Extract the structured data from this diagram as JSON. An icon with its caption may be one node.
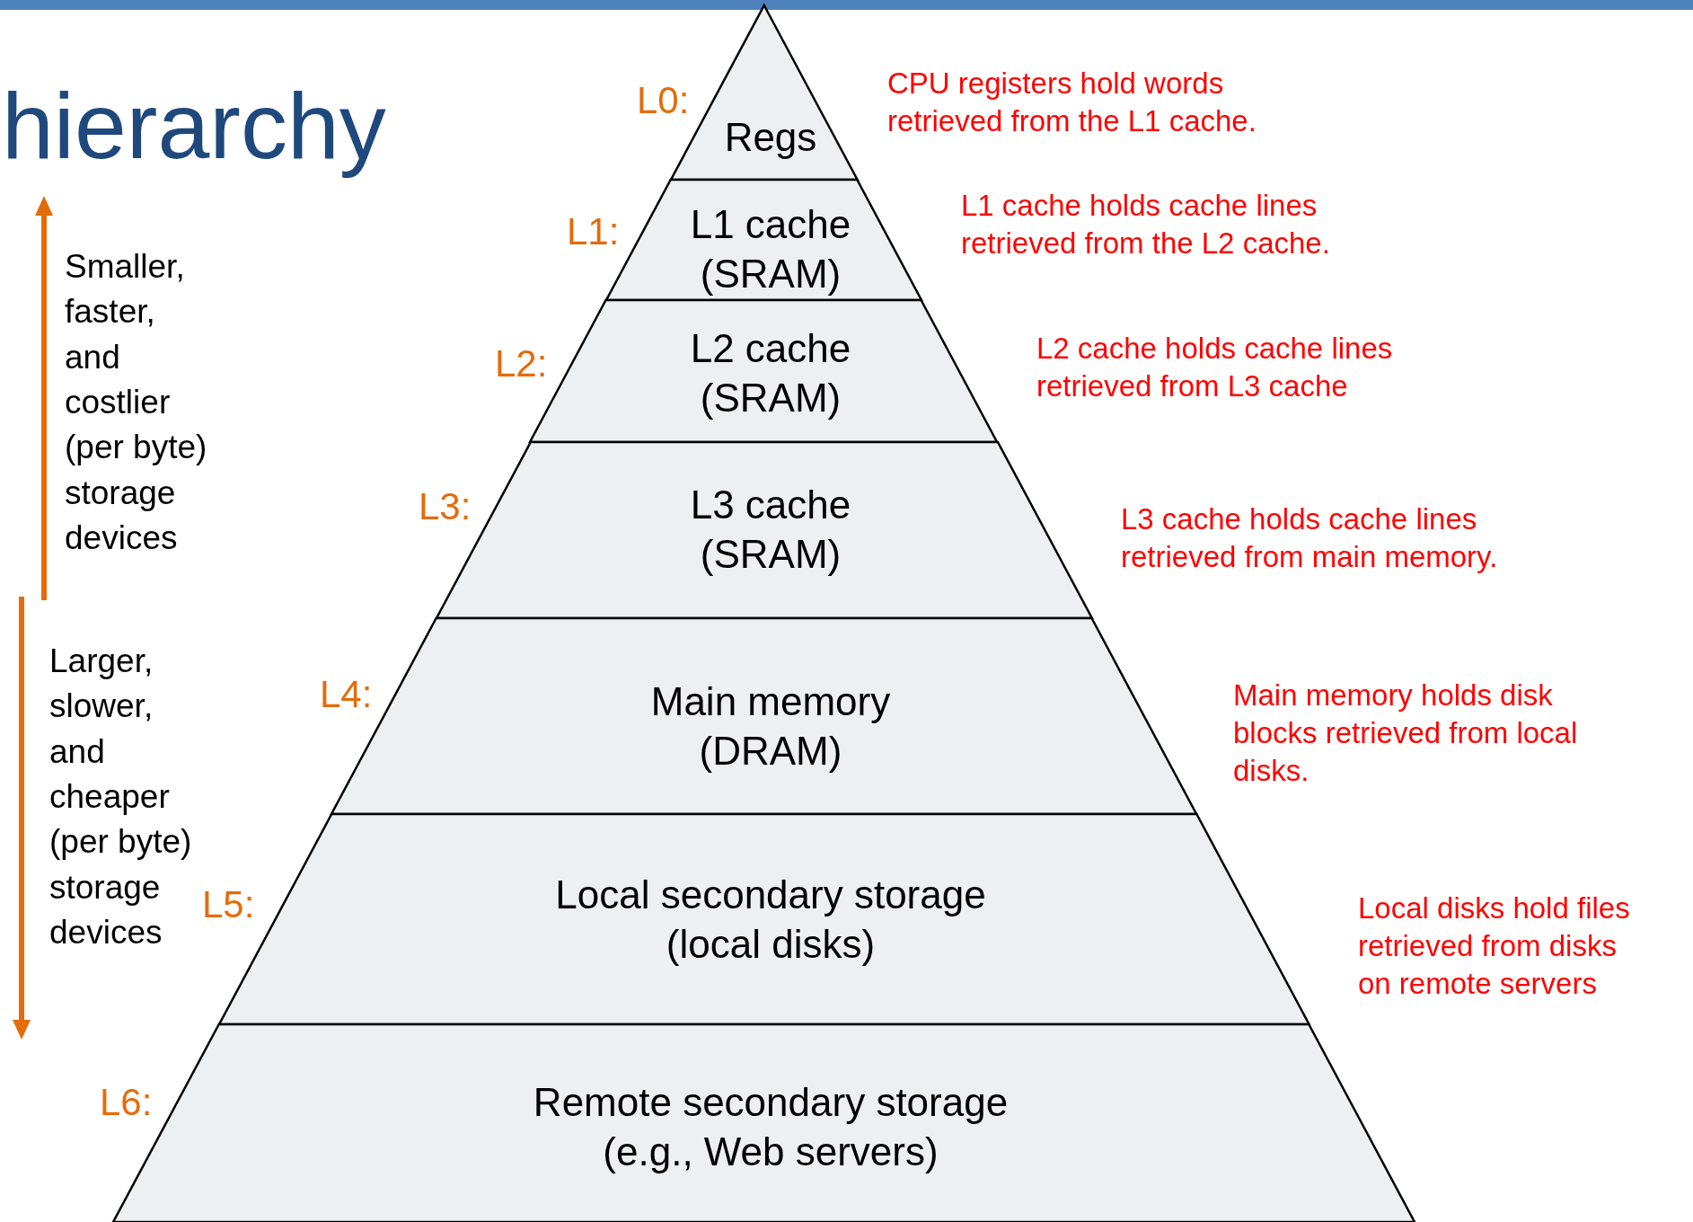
{
  "diagram": {
    "title": "hierarchy",
    "nodes": [
      {
        "text": [
          "Regs"
        ],
        "beside": [
          "L0:",
          "CPU registers hold words retrieved from the L1 cache."
        ]
      },
      {
        "text": [
          "L1 cache (SRAM)"
        ],
        "beside": [
          "L1:",
          "L1 cache holds cache lines retrieved from the L2 cache."
        ]
      },
      {
        "text": [
          "L2 cache (SRAM)"
        ],
        "beside": [
          "L2:",
          "L2 cache holds cache lines retrieved from L3 cache"
        ]
      },
      {
        "text": [
          "L3 cache (SRAM)"
        ],
        "beside": [
          "L3:",
          "L3 cache holds cache lines retrieved from main memory."
        ]
      },
      {
        "text": [
          "Main memory (DRAM)"
        ],
        "beside": [
          "L4:",
          "Main memory holds disk blocks retrieved from local disks."
        ]
      },
      {
        "text": [
          "Local secondary storage (local disks)"
        ],
        "beside": [
          "L5:"
        ]
      },
      {
        "text": [
          "Remote secondary storage (e.g., Web servers)"
        ],
        "beside": [
          "L6:"
        ]
      }
    ],
    "edges": [],
    "labels": [
      "Smaller, faster, and costlier (per byte) storage devices",
      "Larger, slower, and cheaper (per byte) storage devices",
      "Local disks hold files retrieved from disks on remote servers"
    ]
  }
}
